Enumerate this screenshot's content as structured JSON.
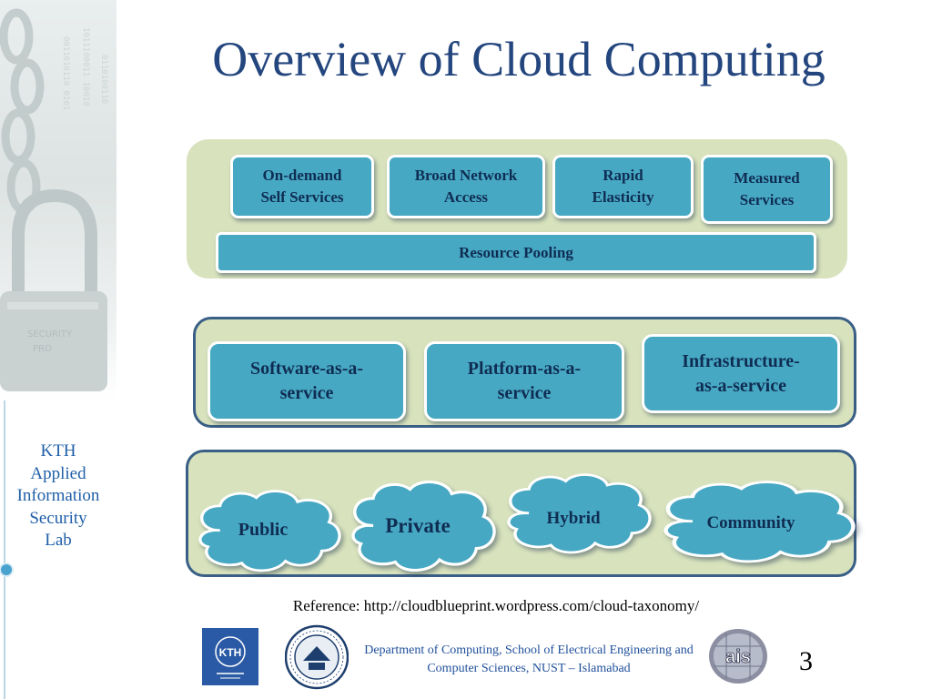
{
  "sidebar": {
    "lab_name": "KTH\nApplied\nInformation\nSecurity\nLab"
  },
  "slide": {
    "title": "Overview of Cloud Computing",
    "characteristics": {
      "items": [
        {
          "label": "On-demand\nSelf Services"
        },
        {
          "label": "Broad Network\nAccess"
        },
        {
          "label": "Rapid\nElasticity"
        },
        {
          "label": "Measured\nServices"
        }
      ],
      "resource_pooling": "Resource Pooling"
    },
    "service_models": [
      {
        "label": "Software-as-a-\nservice"
      },
      {
        "label": "Platform-as-a-\nservice"
      },
      {
        "label": "Infrastructure-\nas-a-service"
      }
    ],
    "deployment_models": [
      {
        "label": "Public"
      },
      {
        "label": "Private"
      },
      {
        "label": "Hybrid"
      },
      {
        "label": "Community"
      }
    ],
    "reference": "Reference: http://cloudblueprint.wordpress.com/cloud-taxonomy/"
  },
  "footer": {
    "logos": [
      {
        "name": "kth-logo",
        "text": "KTH"
      },
      {
        "name": "nust-seal-logo"
      },
      {
        "name": "ais-logo",
        "text": "ais"
      }
    ],
    "department": "Department of Computing, School of Electrical Engineering and Computer Sciences, NUST – Islamabad",
    "page_number": "3"
  },
  "colors": {
    "title": "#24467e",
    "panel_fill": "#d8e2bd",
    "panel_border": "#3a5f86",
    "box_fill": "#47a8c4",
    "box_text": "#0f2d52",
    "lab_text": "#1f5fa8"
  }
}
